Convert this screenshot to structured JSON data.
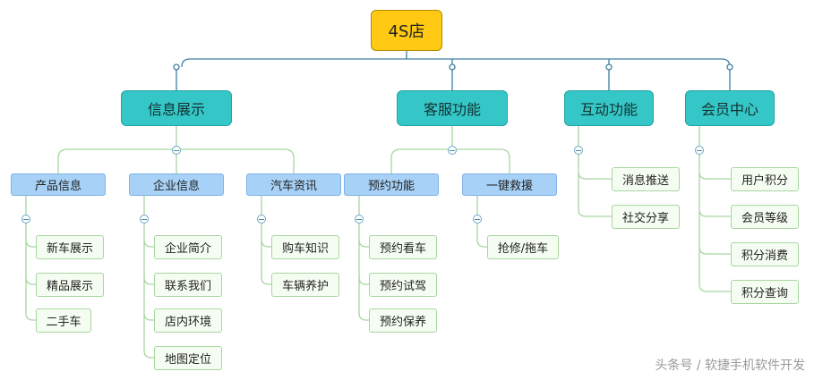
{
  "root": "4S店",
  "branches": [
    {
      "label": "信息展示",
      "children": [
        {
          "label": "产品信息",
          "children": [
            "新车展示",
            "精品展示",
            "二手车"
          ]
        },
        {
          "label": "企业信息",
          "children": [
            "企业简介",
            "联系我们",
            "店内环境",
            "地图定位"
          ]
        },
        {
          "label": "汽车资讯",
          "children": [
            "购车知识",
            "车辆养护"
          ]
        }
      ]
    },
    {
      "label": "客服功能",
      "children": [
        {
          "label": "预约功能",
          "children": [
            "预约看车",
            "预约试驾",
            "预约保养"
          ]
        },
        {
          "label": "一键救援",
          "children": [
            "抢修/拖车"
          ]
        }
      ]
    },
    {
      "label": "互动功能",
      "children": [
        "消息推送",
        "社交分享"
      ]
    },
    {
      "label": "会员中心",
      "children": [
        "用户积分",
        "会员等级",
        "积分消费",
        "积分查询"
      ]
    }
  ],
  "watermark": "头条号 / 软捷手机软件开发",
  "colors": {
    "root": "#ffc914",
    "main": "#35c7c7",
    "sub": "#a7d1f7",
    "leaf": "#f5fdf2",
    "line_main": "#3f7fa0",
    "line_sub": "#a8d6a0"
  }
}
